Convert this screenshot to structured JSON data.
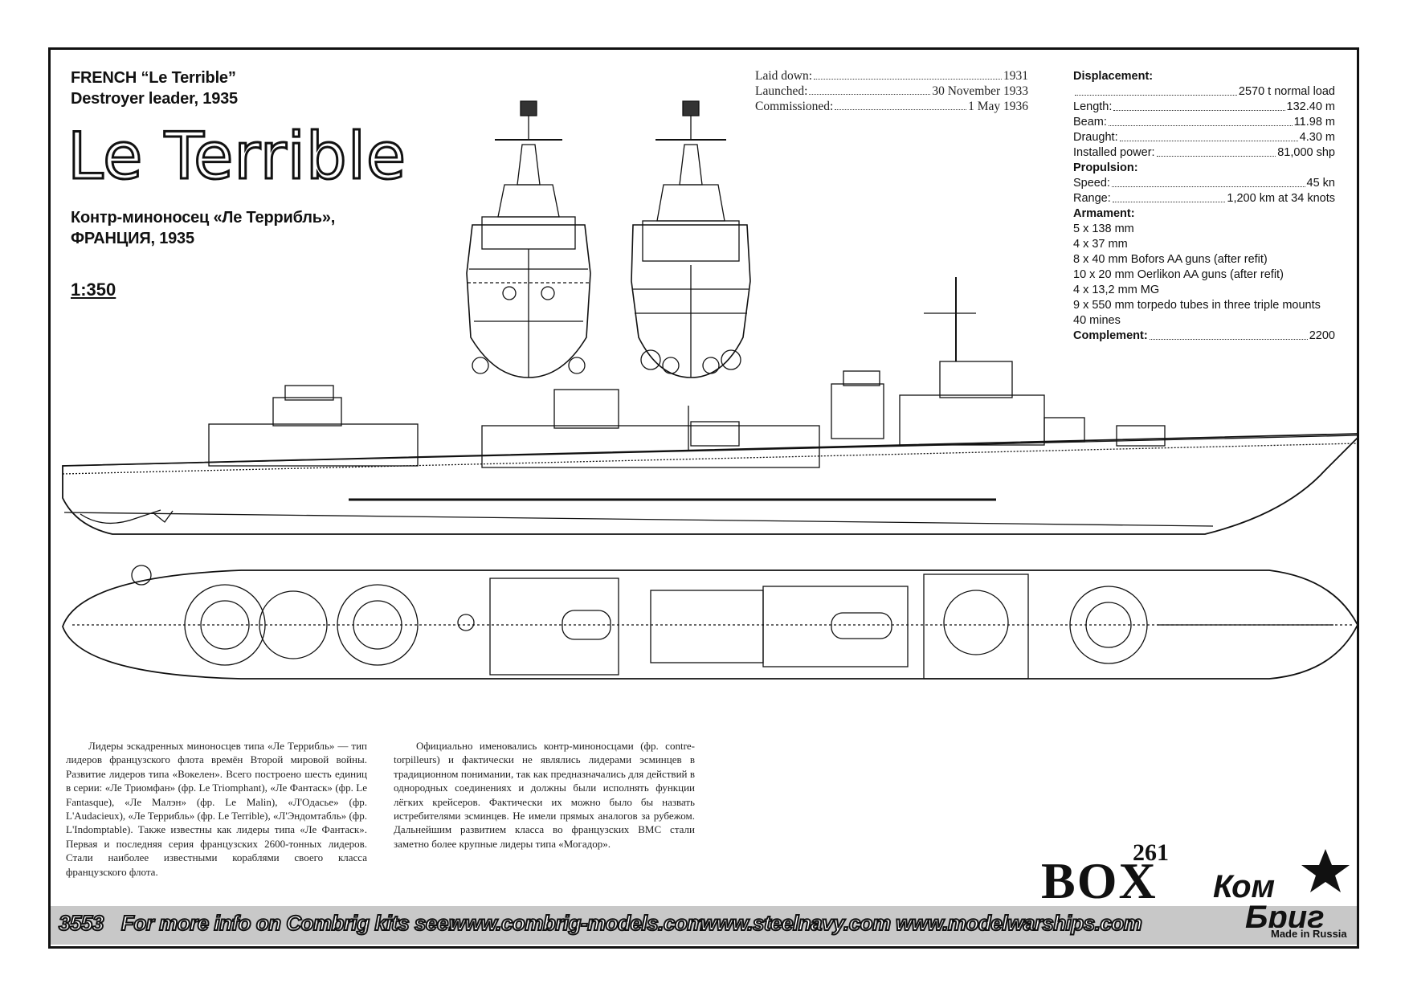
{
  "header": {
    "line1": "FRENCH “Le Terrible”",
    "line2": "Destroyer leader, 1935",
    "ship_name": "Le Terrible",
    "ru_line1": "Контр-миноносец «Ле Террибль»,",
    "ru_line2": "ФРАНЦИЯ, 1935",
    "scale": "1:350"
  },
  "dates": [
    {
      "label": "Laid down:",
      "value": "1931"
    },
    {
      "label": "Launched:",
      "value": "30 November 1933"
    },
    {
      "label": "Commissioned:",
      "value": "1 May 1936"
    }
  ],
  "specs": {
    "displacement_h": "Displacement:",
    "displacement": "2570 t normal load",
    "length_l": "Length:",
    "length": "132.40 m",
    "beam_l": "Beam:",
    "beam": "11.98 m",
    "draught_l": "Draught:",
    "draught": "4.30 m",
    "power_l": "Installed power:",
    "power": "81,000 shp",
    "propulsion_h": "Propulsion:",
    "speed_l": "Speed:",
    "speed": "45 kn",
    "range_l": "Range:",
    "range": "1,200 km at 34 knots",
    "armament_h": "Armament:",
    "armament": [
      "5 x 138 mm",
      "4 x 37 mm",
      "8 x 40 mm Bofors AA guns (after refit)",
      "10 x 20 mm Oerlikon AA guns (after refit)",
      "4 x 13,2 mm MG",
      "9 x 550 mm torpedo tubes in three triple mounts",
      "40 mines"
    ],
    "complement_h": "Complement:",
    "complement": "2200"
  },
  "description": {
    "col1": "Лидеры эскадренных миноносцев типа «Ле Террибль» — тип лидеров французского флота времён Второй мировой войны. Развитие лидеров типа «Вокелен». Всего построено шесть единиц в серии: «Ле Триомфан» (фр. Le Triomphant), «Ле Фантаск» (фр. Le Fantasque), «Ле Малэн» (фр. Le Malin), «Л'Одасье» (фр. L'Audacieux), «Ле Террибль» (фр. Le Terrible), «Л'Эндомтабль» (фр. L'Indomptable). Также известны как лидеры типа «Ле Фантаск». Первая и последняя серия французских 2600-тонных лидеров. Стали наиболее известными кораблями своего класса французского флота.",
    "col2": "Официально именовались контр-миноносцами (фр. contre-torpilleurs) и фактически не являлись лидерами эсминцев в традиционном понимании, так как предназначались для действий в однородных соединениях и должны были исполнять функции лёгких крейсеров. Фактически их можно было бы назвать истребителями эсминцев. Не имели прямых аналогов за рубежом. Дальнейшим развитием класса во французских ВМС стали заметно более крупные лидеры типа «Могадор»."
  },
  "box": {
    "number": "261",
    "word": "BOX"
  },
  "footer": {
    "kit_no": "3553",
    "info": "For more info on Combrig kits see:",
    "url1": "www.combrig-models.com",
    "url2": "www.steelnavy.com",
    "url3": "www.modelwarships.com"
  },
  "logo": {
    "line1": "Ком",
    "line2": "Бриг",
    "made": "Made in Russia"
  }
}
